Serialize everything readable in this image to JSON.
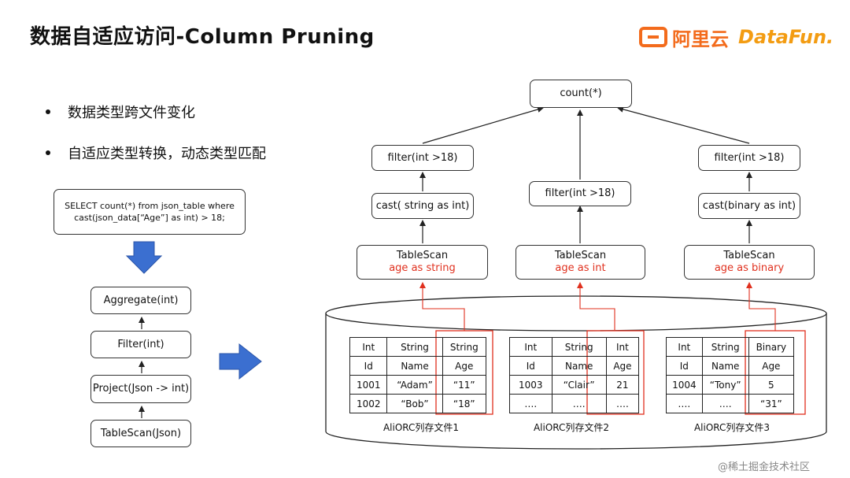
{
  "header": {
    "title": "数据自适应访问-Column Pruning",
    "logo_aliyun": "阿里云",
    "logo_datafun": "DataFun."
  },
  "bullets": [
    "数据类型跨文件变化",
    "自适应类型转换，动态类型匹配"
  ],
  "left_plan": {
    "sql_line1": "SELECT count(*) from json_table where",
    "sql_line2": "cast(json_data[“Age”] as int) > 18;",
    "nodes": [
      "Aggregate(int)",
      "Filter(int)",
      "Project(Json -> int)",
      "TableScan(Json)"
    ]
  },
  "right_plan": {
    "root": "count(*)",
    "branches": [
      {
        "filter": "filter(int >18)",
        "cast": "cast( string as int)",
        "scan": "TableScan",
        "scan_sub": "age as string"
      },
      {
        "filter": "filter(int >18)",
        "cast": "",
        "scan": "TableScan",
        "scan_sub": "age as int"
      },
      {
        "filter": "filter(int >18)",
        "cast": "cast(binary as int)",
        "scan": "TableScan",
        "scan_sub": "age as binary"
      }
    ]
  },
  "files": [
    {
      "label": "AliORC列存文件1",
      "rows": [
        [
          "Int",
          "String",
          "String"
        ],
        [
          "Id",
          "Name",
          "Age"
        ],
        [
          "1001",
          "“Adam”",
          "“11”"
        ],
        [
          "1002",
          "“Bob”",
          "“18”"
        ]
      ]
    },
    {
      "label": "AliORC列存文件2",
      "rows": [
        [
          "Int",
          "String",
          "Int"
        ],
        [
          "Id",
          "Name",
          "Age"
        ],
        [
          "1003",
          "“Clair”",
          "21"
        ],
        [
          "….",
          "….",
          "…."
        ]
      ]
    },
    {
      "label": "AliORC列存文件3",
      "rows": [
        [
          "Int",
          "String",
          "Binary"
        ],
        [
          "Id",
          "Name",
          "Age"
        ],
        [
          "1004",
          "“Tony”",
          "5"
        ],
        [
          "….",
          "….",
          "“31”"
        ]
      ]
    }
  ],
  "watermark": "@稀土掘金技术社区",
  "colors": {
    "highlight": "#e0301e",
    "arrow_fill": "#3b6fd0"
  }
}
